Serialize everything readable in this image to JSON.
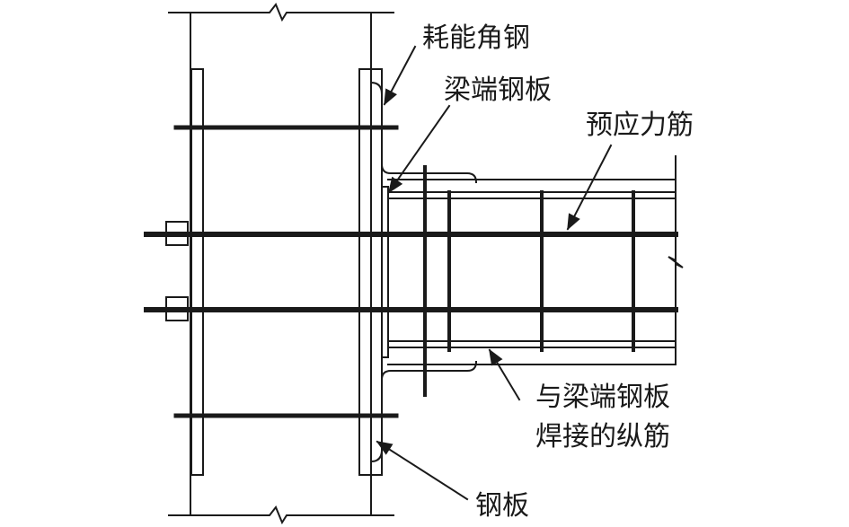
{
  "labels": {
    "energy_angle": "耗能角钢",
    "beam_end_plate": "梁端钢板",
    "prestress_tendon": "预应力筋",
    "welded_rebar_line1": "与梁端钢板",
    "welded_rebar_line2": "焊接的纵筋",
    "steel_plate": "钢板"
  }
}
